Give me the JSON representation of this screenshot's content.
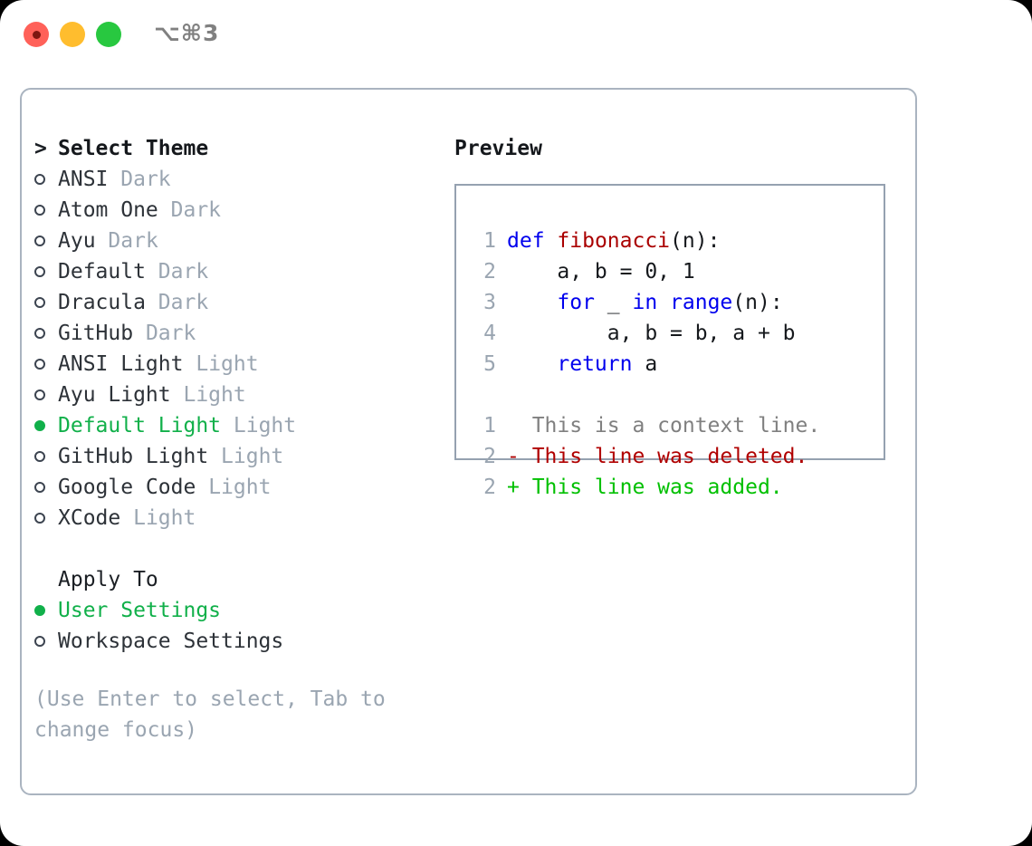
{
  "window": {
    "shortcut": "⌥⌘3",
    "traffic_lights": [
      {
        "name": "close",
        "color": "#ff6159"
      },
      {
        "name": "minimize",
        "color": "#ffbd2e"
      },
      {
        "name": "maximize",
        "color": "#28c840"
      }
    ]
  },
  "colors": {
    "selected_green": "#11b04a",
    "muted": "#9aa5b1",
    "text": "#2d3238",
    "keyword_blue": "#0000ee",
    "function_red": "#aa0000",
    "diff_delete": "#b00000",
    "diff_add": "#00c000",
    "border": "#aab4c0"
  },
  "theme_picker": {
    "marker": ">",
    "title": "Select Theme",
    "items": [
      {
        "name": "ANSI",
        "tag": "Dark",
        "selected": false
      },
      {
        "name": "Atom One",
        "tag": "Dark",
        "selected": false
      },
      {
        "name": "Ayu",
        "tag": "Dark",
        "selected": false
      },
      {
        "name": "Default",
        "tag": "Dark",
        "selected": false
      },
      {
        "name": "Dracula",
        "tag": "Dark",
        "selected": false
      },
      {
        "name": "GitHub",
        "tag": "Dark",
        "selected": false
      },
      {
        "name": "ANSI Light",
        "tag": "Light",
        "selected": false
      },
      {
        "name": "Ayu Light",
        "tag": "Light",
        "selected": false
      },
      {
        "name": "Default Light",
        "tag": "Light",
        "selected": true
      },
      {
        "name": "GitHub Light",
        "tag": "Light",
        "selected": false
      },
      {
        "name": "Google Code",
        "tag": "Light",
        "selected": false
      },
      {
        "name": "XCode",
        "tag": "Light",
        "selected": false
      }
    ]
  },
  "apply_to": {
    "title": "Apply To",
    "items": [
      {
        "label": "User Settings",
        "selected": true
      },
      {
        "label": "Workspace Settings",
        "selected": false
      }
    ]
  },
  "hint": "(Use Enter to select, Tab to change focus)",
  "preview": {
    "title": "Preview",
    "code_lines": [
      {
        "no": "1",
        "tokens": [
          {
            "t": "def",
            "c": "kw"
          },
          {
            "t": " ",
            "c": "txt"
          },
          {
            "t": "fibonacci",
            "c": "fn"
          },
          {
            "t": "(n):",
            "c": "txt"
          }
        ]
      },
      {
        "no": "2",
        "tokens": [
          {
            "t": "    a, b = 0, 1",
            "c": "txt"
          }
        ]
      },
      {
        "no": "3",
        "tokens": [
          {
            "t": "    ",
            "c": "txt"
          },
          {
            "t": "for",
            "c": "kw"
          },
          {
            "t": " _ ",
            "c": "txt"
          },
          {
            "t": "in",
            "c": "kw"
          },
          {
            "t": " ",
            "c": "txt"
          },
          {
            "t": "range",
            "c": "kw"
          },
          {
            "t": "(n):",
            "c": "txt"
          }
        ]
      },
      {
        "no": "4",
        "tokens": [
          {
            "t": "        a, b = b, a + b",
            "c": "txt"
          }
        ]
      },
      {
        "no": "5",
        "tokens": [
          {
            "t": "    ",
            "c": "txt"
          },
          {
            "t": "return",
            "c": "kw"
          },
          {
            "t": " a",
            "c": "txt"
          }
        ]
      }
    ],
    "diff_lines": [
      {
        "no": "1",
        "text": "  This is a context line.",
        "kind": "ctx"
      },
      {
        "no": "2",
        "text": "- This line was deleted.",
        "kind": "del"
      },
      {
        "no": "2",
        "text": "+ This line was added.",
        "kind": "add"
      }
    ]
  }
}
